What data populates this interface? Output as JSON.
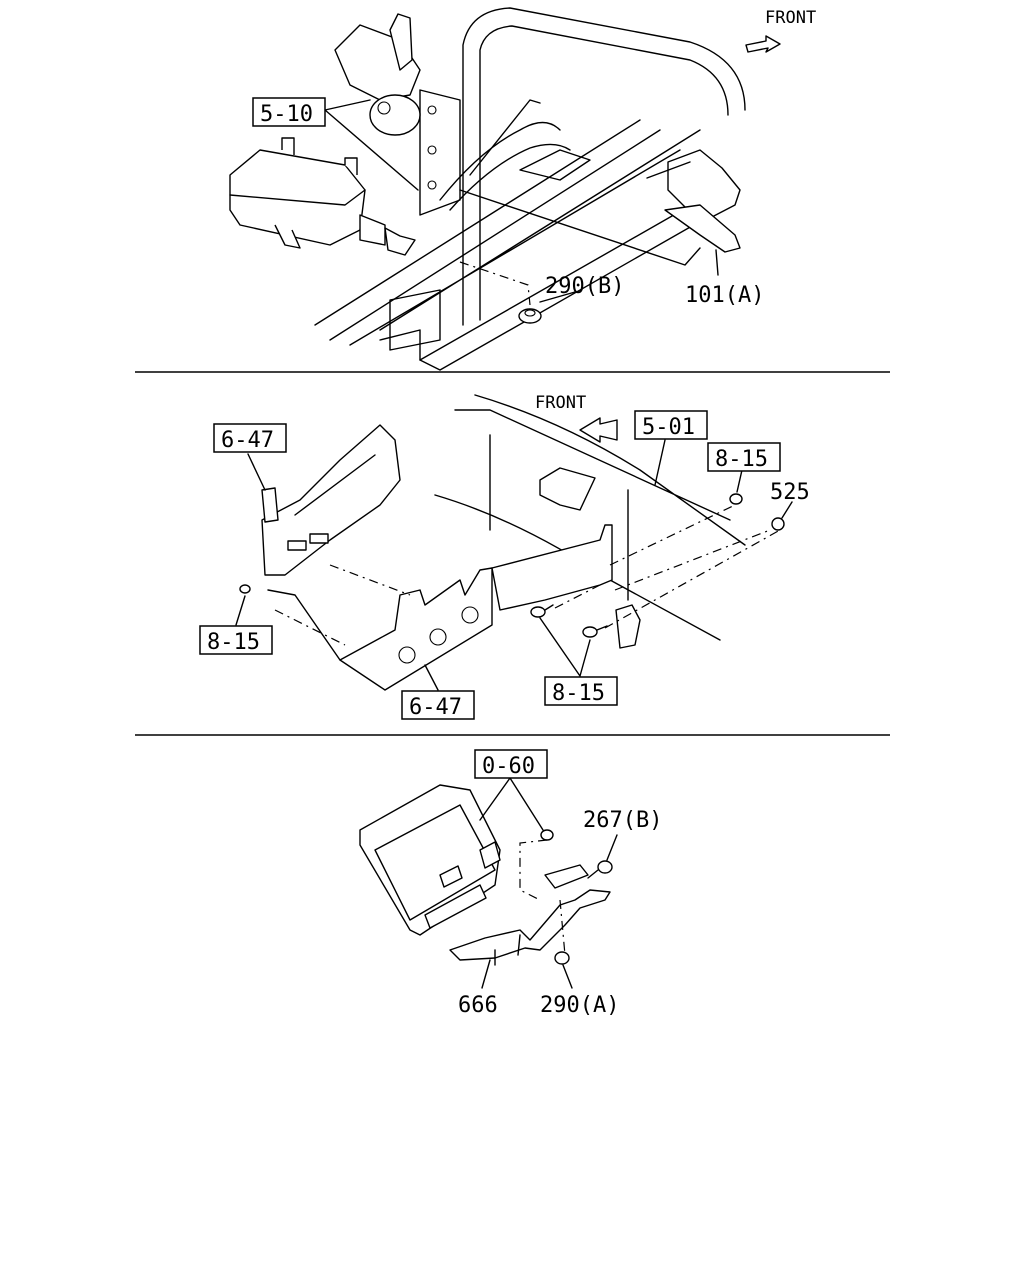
{
  "diagram": {
    "front_label": "FRONT",
    "section_top": {
      "callouts": {
        "c510": "5-10",
        "c290b": "290(B)",
        "c101a": "101(A)"
      }
    },
    "section_middle": {
      "callouts": {
        "c647_top": "6-47",
        "c501": "5-01",
        "c815_right": "8-15",
        "c525": "525",
        "c815_left": "8-15",
        "c815_bottom": "8-15",
        "c647_bottom": "6-47"
      }
    },
    "section_bottom": {
      "callouts": {
        "c060": "0-60",
        "c267b": "267(B)",
        "c666": "666",
        "c290a": "290(A)"
      }
    }
  }
}
